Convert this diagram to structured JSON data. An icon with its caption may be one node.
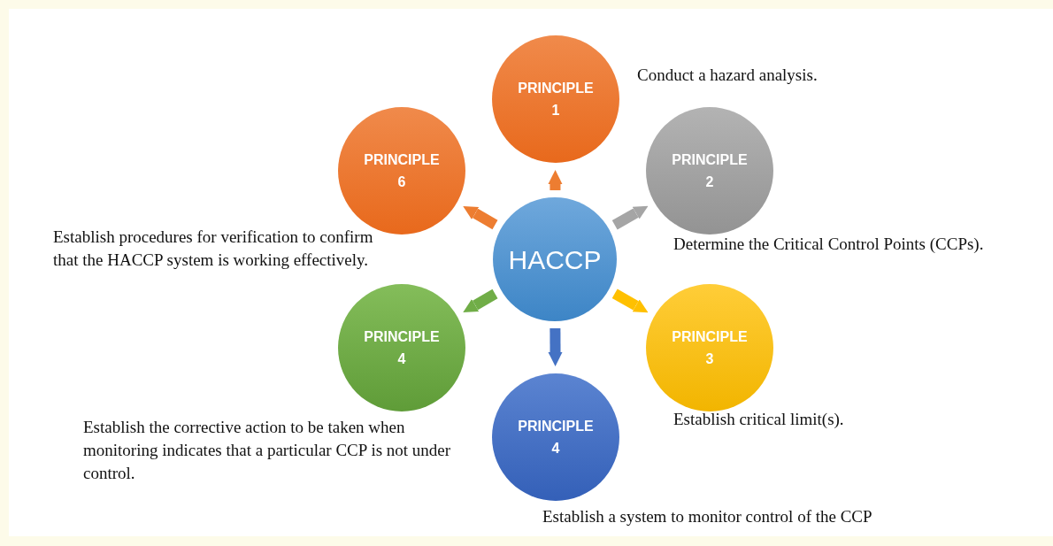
{
  "diagram": {
    "nodes": [
      {
        "text": [
          "HACCP"
        ]
      },
      {
        "text": [
          "PRINCIPLE 1"
        ],
        "beside": [
          "Conduct a hazard analysis."
        ]
      },
      {
        "text": [
          "PRINCIPLE 2"
        ],
        "beside": [
          "Determine the Critical Control Points (CCPs)."
        ]
      },
      {
        "text": [
          "PRINCIPLE 3"
        ],
        "beside": [
          "Establish critical limit(s)."
        ]
      },
      {
        "text": [
          "PRINCIPLE 4"
        ],
        "beside": [
          "Establish a system to monitor control of the CCP"
        ]
      },
      {
        "text": [
          "PRINCIPLE 4"
        ],
        "beside": [
          "Establish the corrective action to be taken when monitoring indicates that a particular CCP is not under control."
        ]
      },
      {
        "text": [
          "PRINCIPLE 6"
        ],
        "beside": [
          "Establish procedures for verification to confirm that the HACCP system is working effectively."
        ]
      }
    ],
    "edges": [
      {
        "from": 0,
        "to": 1,
        "arrow": "to",
        "color": "#ed7d31"
      },
      {
        "from": 0,
        "to": 2,
        "arrow": "to",
        "color": "#a5a5a5"
      },
      {
        "from": 0,
        "to": 3,
        "arrow": "to",
        "color": "#ffc000"
      },
      {
        "from": 0,
        "to": 4,
        "arrow": "to",
        "color": "#4472c4"
      },
      {
        "from": 0,
        "to": 5,
        "arrow": "to",
        "color": "#70ad47"
      },
      {
        "from": 0,
        "to": 6,
        "arrow": "to",
        "color": "#ed7d31"
      }
    ]
  }
}
